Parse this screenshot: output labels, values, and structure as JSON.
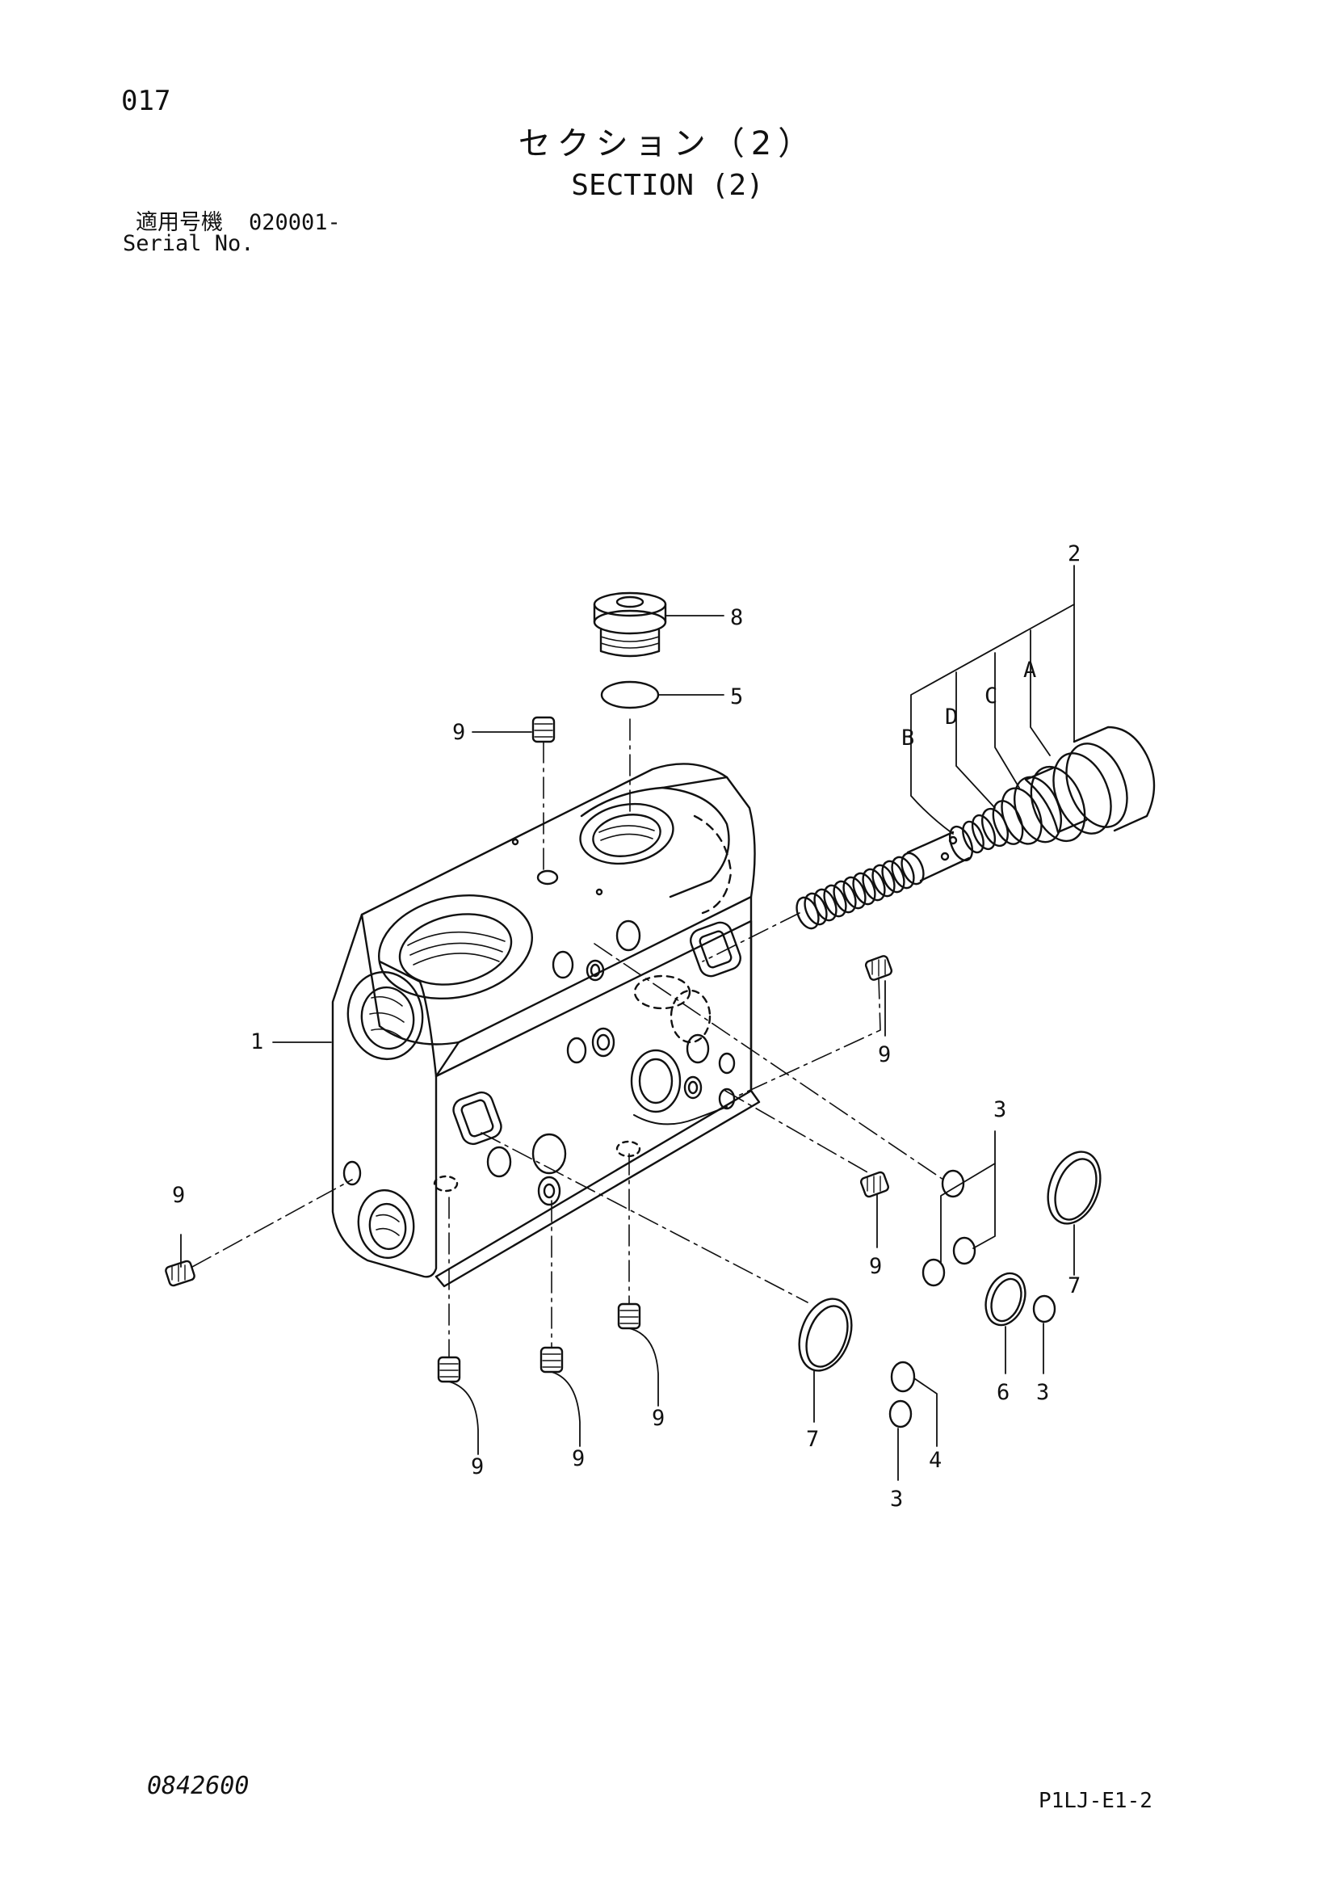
{
  "header": {
    "page_number": "017",
    "title_ja": "セクション（2）",
    "title_en": "SECTION (2)",
    "serial_label_ja": "適用号機",
    "serial_value": "020001-",
    "serial_label_en": "Serial No."
  },
  "callouts": {
    "c1": "1",
    "c2": "2",
    "c3a": "3",
    "c3b": "3",
    "c3c": "3",
    "c4": "4",
    "c5": "5",
    "c6": "6",
    "c7a": "7",
    "c7b": "7",
    "c8": "8",
    "c9a": "9",
    "c9b": "9",
    "c9c": "9",
    "c9d": "9",
    "c9e": "9",
    "c9f": "9",
    "c9g": "9",
    "lA": "A",
    "lB": "B",
    "lC": "C",
    "lD": "D"
  },
  "footer": {
    "drawing_code": "0842600",
    "page_code": "P1LJ-E1-2"
  }
}
